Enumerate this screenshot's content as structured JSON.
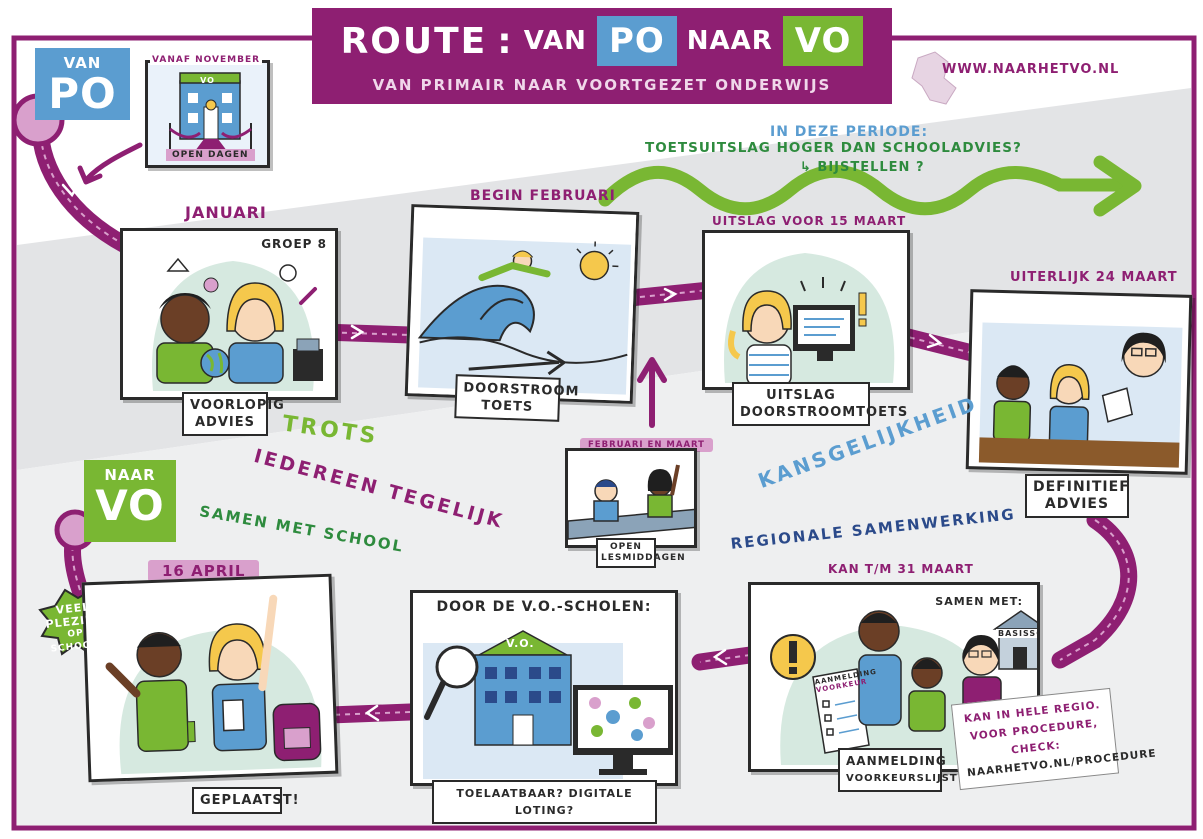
{
  "header": {
    "route_word": "ROUTE",
    "colon": ":",
    "van_word": "VAN",
    "po": "PO",
    "naar_word": "NAAR",
    "vo": "VO",
    "subtitle": "VAN PRIMAIR NAAR VOORTGEZET ONDERWIJS",
    "url": "WWW.NAARHETVO.NL"
  },
  "badges": {
    "start_label": "VAN",
    "start_big": "PO",
    "end_label": "NAAR",
    "end_big": "VO"
  },
  "open_dagen": {
    "date": "VANAF NOVEMBER",
    "building": "VO",
    "caption": "OPEN DAGEN"
  },
  "period": {
    "line1": "IN DEZE PERIODE:",
    "line2": "TOETSUITSLAG HOGER DAN SCHOOLADVIES?",
    "line3": "↳ BIJSTELLEN ?"
  },
  "steps": [
    {
      "date": "JANUARI",
      "caption1": "VOORLOPIG",
      "caption2": "ADVIES",
      "tag": "GROEP 8"
    },
    {
      "date": "BEGIN FEBRUARI",
      "caption1": "DOORSTROOM",
      "caption2": "TOETS"
    },
    {
      "date": "UITSLAG VOOR 15 MAART",
      "caption1": "UITSLAG",
      "caption2": "DOORSTROOMTOETS"
    },
    {
      "date": "UITERLIJK 24 MAART",
      "caption1": "DEFINITIEF",
      "caption2": "ADVIES"
    },
    {
      "date": "KAN T/M 31 MAART",
      "caption1": "AANMELDING",
      "caption2": "VOORKEURSLIJST",
      "samen": "SAMEN MET:",
      "school": "BASISSCHOOL",
      "form1": "AANMELDING",
      "form2": "VOORKEUR"
    },
    {
      "heading": "DOOR DE V.O.-SCHOLEN:",
      "caption1": "TOELAATBAAR? DIGITALE LOTING?",
      "building": "V.O."
    },
    {
      "date": "16 APRIL",
      "caption1": "GEPLAATST!"
    }
  ],
  "open_lesmiddagen": {
    "date": "FEBRUARI EN MAART",
    "caption1": "OPEN",
    "caption2": "LESMIDDAGEN"
  },
  "keywords": {
    "trots": "TROTS",
    "iedereen": "IEDEREEN TEGELIJK",
    "samen": "SAMEN MET SCHOOL",
    "kans": "KANSGELIJKHEID",
    "regio": "REGIONALE SAMENWERKING"
  },
  "star": {
    "line1": "VEEL",
    "line2": "PLEZIER",
    "line3": "OP SCHOOL!"
  },
  "note": {
    "line1": "KAN IN HELE REGIO.",
    "line2": "VOOR PROCEDURE, CHECK:",
    "line3": "NAARHETVO.NL/PROCEDURE"
  },
  "colors": {
    "purple": "#8e1f72",
    "pink": "#d9a0cc",
    "blue": "#5b9dd0",
    "green": "#79b733",
    "grey": "#e3e4e6"
  }
}
